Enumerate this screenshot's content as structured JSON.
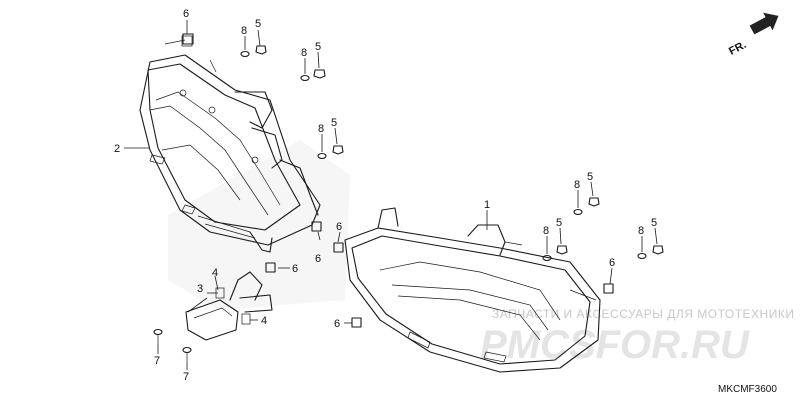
{
  "diagram": {
    "code": "MKCMF3600",
    "direction_label": "FR.",
    "watermark": {
      "line1": "ЗАПЧАСТИ И АКСЕССУАРЫ ДЛЯ МОТОТЕХНИКИ",
      "line2": "PMCSFOR.RU"
    },
    "callouts": {
      "part_1": "1",
      "part_2": "2",
      "part_3": "3",
      "part_4": "4",
      "part_5": "5",
      "part_6": "6",
      "part_7": "7",
      "part_8": "8"
    }
  }
}
